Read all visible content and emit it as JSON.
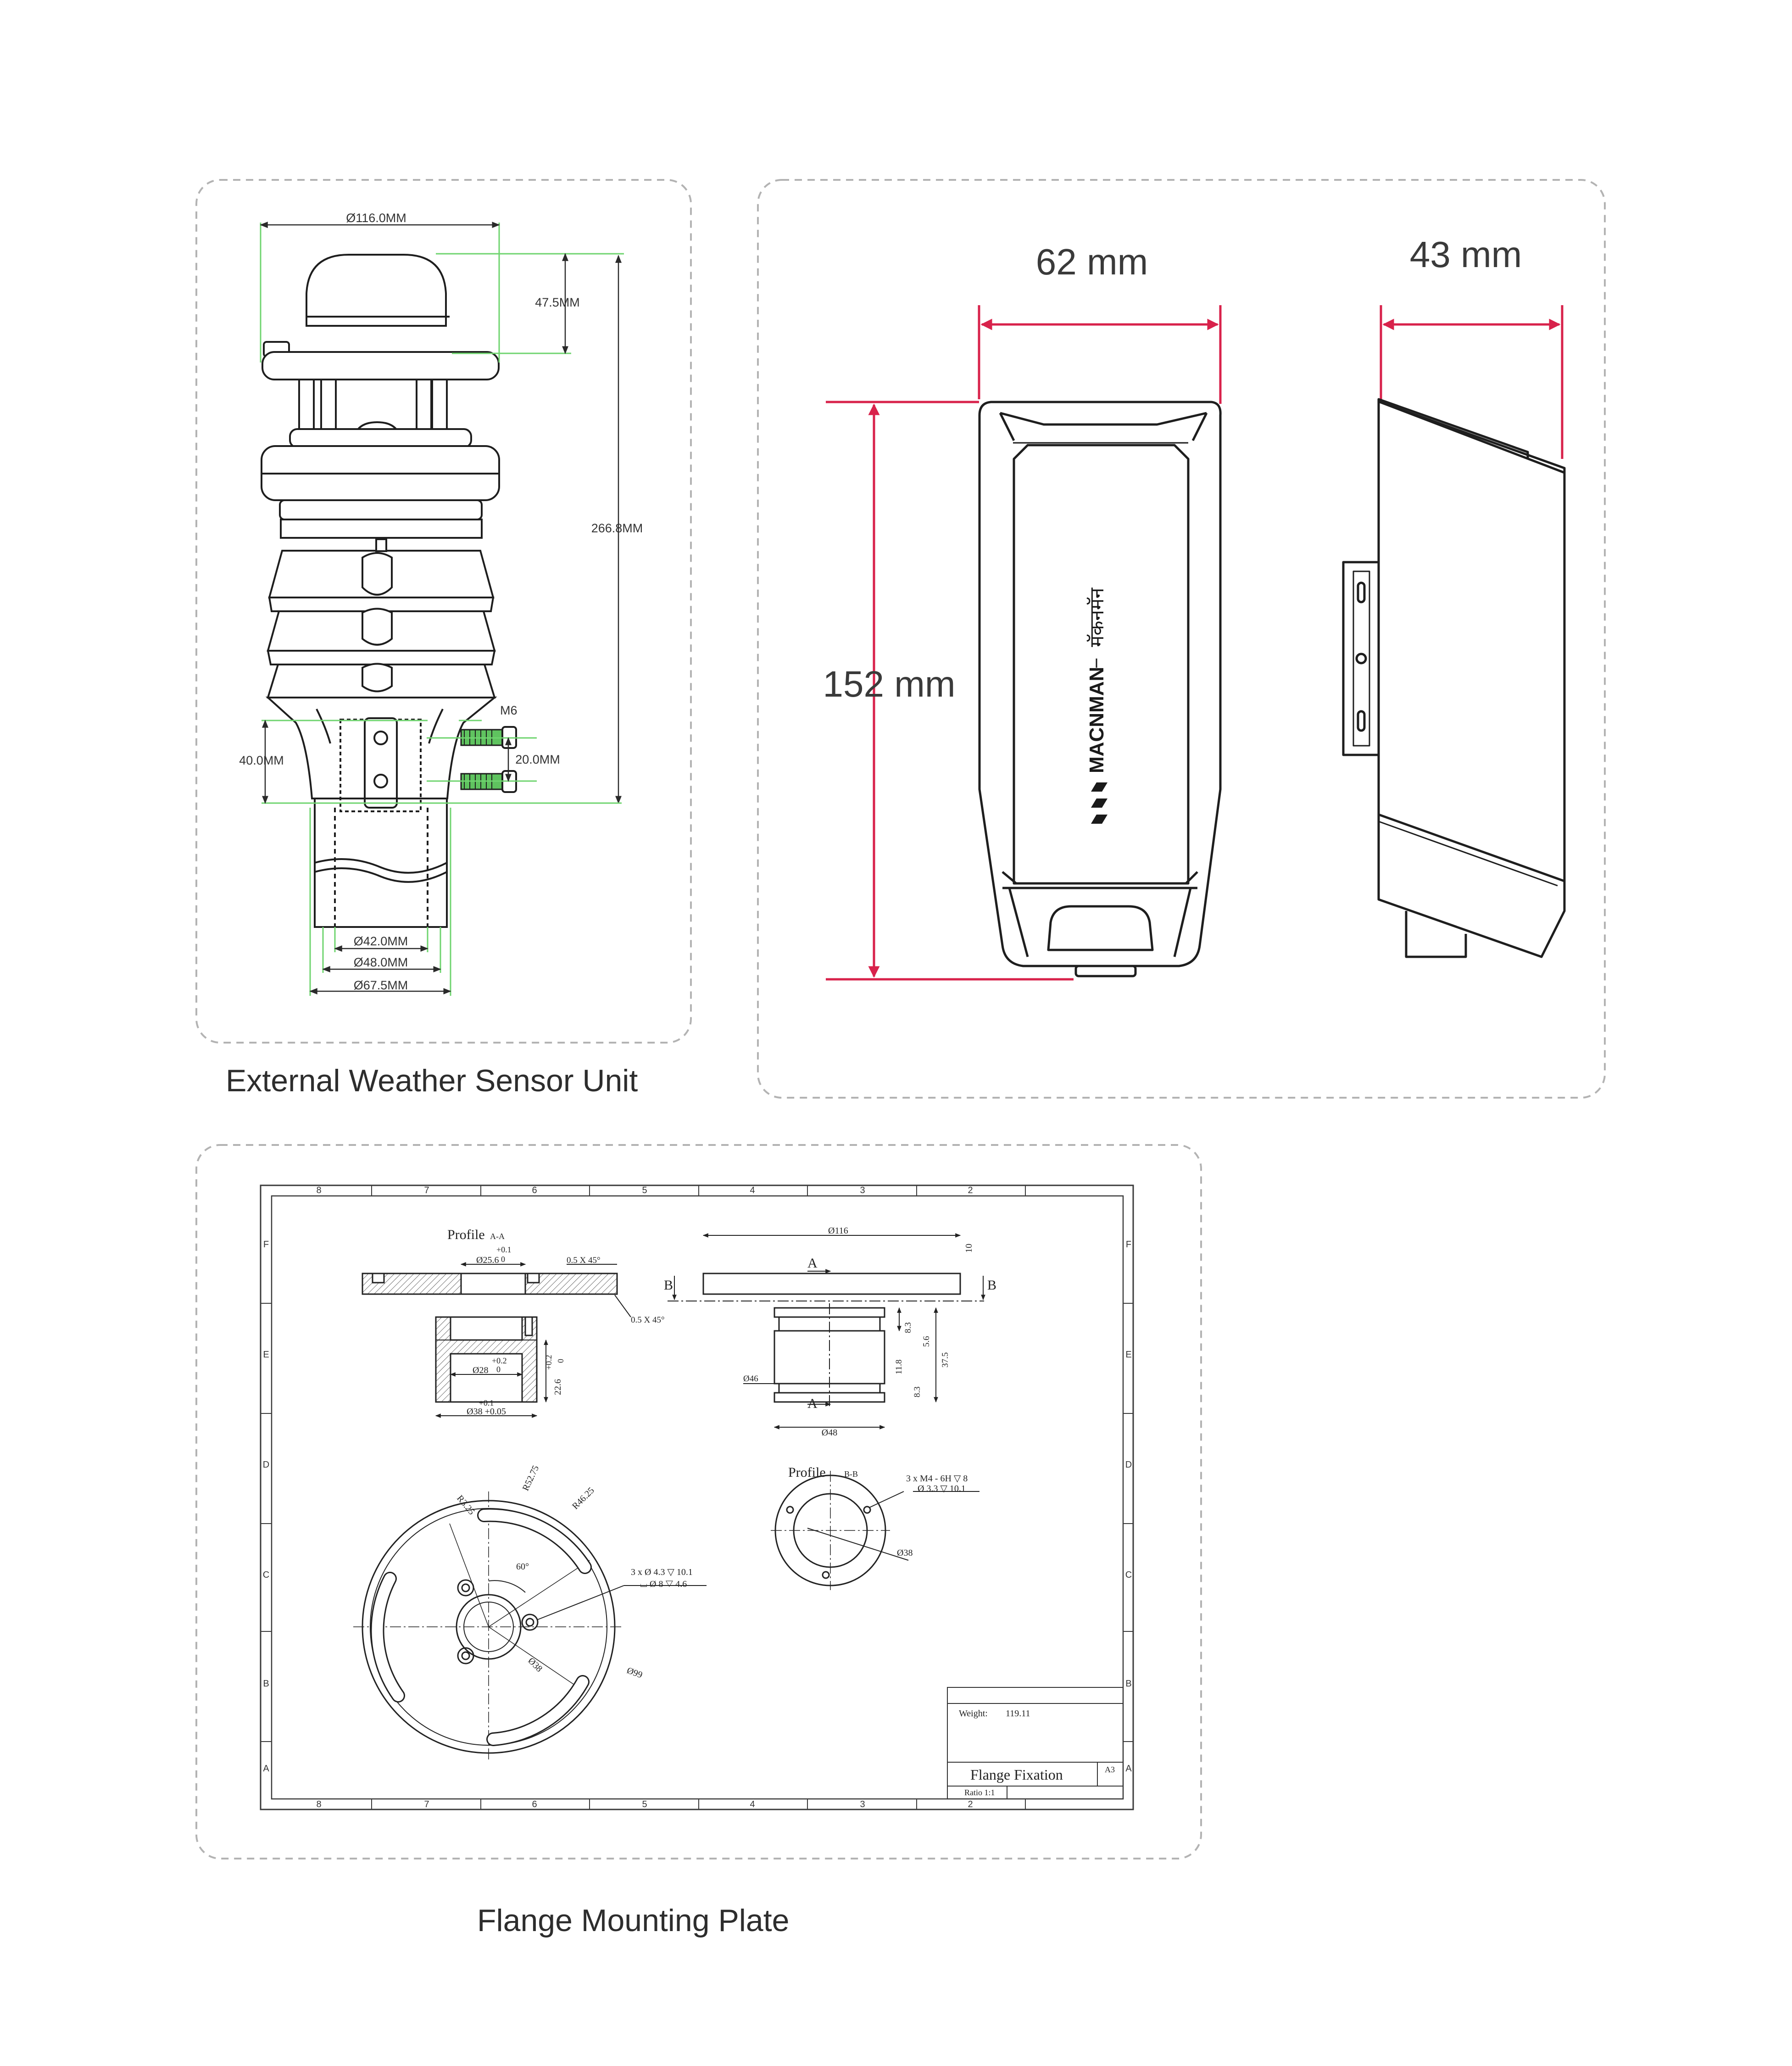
{
  "colors": {
    "frame_dash": "#b3b3b3",
    "dim_green": "#6fd46f",
    "dim_red": "#d8224b",
    "line": "#1e1e1e"
  },
  "panels": {
    "weather_sensor": {
      "caption": "External Weather Sensor Unit",
      "dims": {
        "top_diameter": "Ø116.0MM",
        "cap_height": "47.5MM",
        "total_height": "266.8MM",
        "screw": "M6",
        "bracket_height": "40.0MM",
        "hole_spacing": "20.0MM",
        "pipe_d1": "Ø42.0MM",
        "pipe_d2": "Ø48.0MM",
        "base_d": "Ø67.5MM"
      }
    },
    "device": {
      "width": "62 mm",
      "depth": "43 mm",
      "height": "152 mm",
      "brand": "MACNMAN",
      "brand_hindi": "मॅकनमॅन",
      "logo_icon": "slash-stripes-logo"
    },
    "flange": {
      "caption": "Flange Mounting Plate",
      "zone_cols": [
        "8",
        "7",
        "6",
        "5",
        "4",
        "3",
        "2"
      ],
      "zone_rows": [
        "F",
        "E",
        "D",
        "C",
        "B",
        "A"
      ],
      "labels": {
        "profile_aa": "Profile",
        "profile_aa_tag": "A-A",
        "profile_bb": "Profile",
        "profile_bb_tag": "B-B",
        "d25": "Ø25.6",
        "tol_01": "+0.1",
        "tol_0": "0",
        "chamfer1": "0.5 X 45°",
        "chamfer2": "0.5 X 45°",
        "d28": "Ø28",
        "tol_02": "+0.2",
        "h226": "22.6",
        "d38tol": "Ø38 +0.05",
        "d116": "Ø116",
        "t10": "10",
        "sec_a": "A",
        "sec_b": "B",
        "h83a": "8.3",
        "h56": "5.6",
        "h118": "11.8",
        "h375": "37.5",
        "h83b": "8.3",
        "d46": "Ø46",
        "d48": "Ø48",
        "r325": "R3.25",
        "r5275": "R52.75",
        "r4625": "R46.25",
        "ang60": "60°",
        "holes_a1": "3 x  Ø 4.3 ▽ 10.1",
        "holes_a2": "⌴ Ø 8 ▽ 4.6",
        "d38a": "Ø38",
        "d99": "Ø99",
        "holes_b1": "3 x  M4 - 6H ▽ 8",
        "holes_b2": "Ø 3.3 ▽ 10.1",
        "d38b": "Ø38",
        "weight_label": "Weight:",
        "weight_value": "119.11",
        "title": "Flange Fixation",
        "sheet": "A3",
        "ratio": "Ratio 1:1"
      }
    }
  }
}
